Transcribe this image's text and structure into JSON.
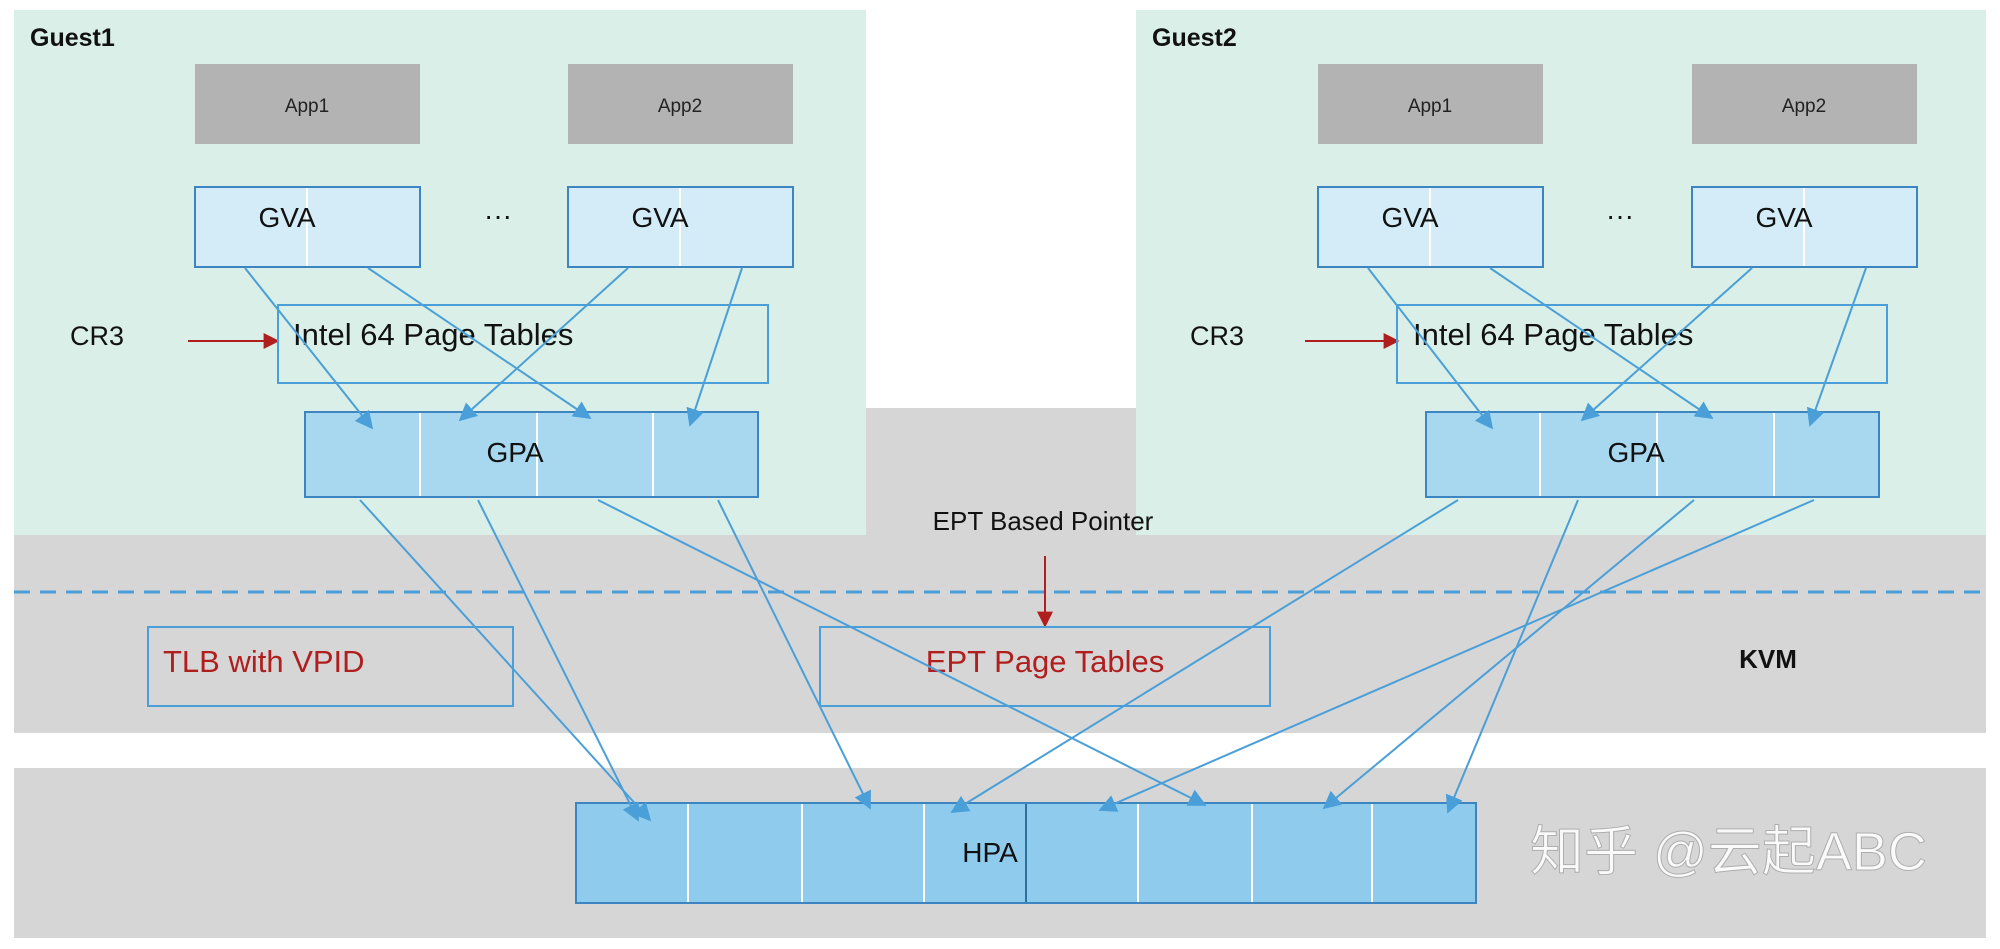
{
  "guest1": {
    "title": "Guest1",
    "app1": "App1",
    "app2": "App2",
    "gva1": "GVA",
    "gva2": "GVA",
    "ellipsis": "···",
    "cr3": "CR3",
    "page_tables": "Intel 64 Page Tables",
    "gpa": "GPA"
  },
  "guest2": {
    "title": "Guest2",
    "app1": "App1",
    "app2": "App2",
    "gva1": "GVA",
    "gva2": "GVA",
    "ellipsis": "···",
    "cr3": "CR3",
    "page_tables": "Intel 64 Page Tables",
    "gpa": "GPA"
  },
  "kvm": {
    "label": "KVM",
    "ept_pointer": "EPT Based Pointer",
    "tlb": "TLB with VPID",
    "ept_tables": "EPT Page Tables"
  },
  "host": {
    "hpa": "HPA"
  },
  "watermark": "知乎 @云起ABC",
  "colors": {
    "guest_bg": "#d9efe7",
    "kvm_bg": "#d6d6d6",
    "app_bg": "#b3b3b3",
    "gva_bg": "#d4ecf8",
    "gpa_bg": "#a8d8f0",
    "hpa_bg": "#8ecbec",
    "arrow": "#4a9fd8",
    "red_text": "#b01e1e"
  }
}
